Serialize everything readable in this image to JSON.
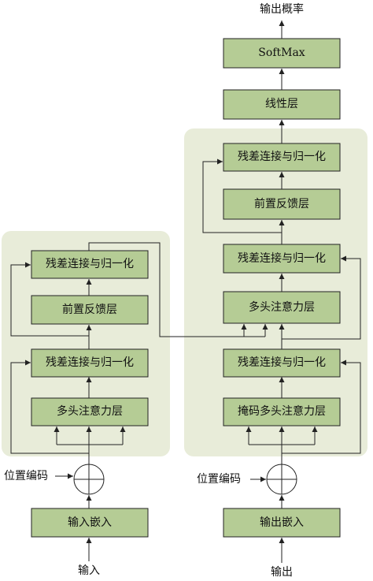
{
  "encoder": {
    "residual_norm_top": "残差连接与归一化",
    "feed_forward": "前置反馈层",
    "residual_norm_bottom": "残差连接与归一化",
    "multi_head_attention": "多头注意力层",
    "positional_encoding_label": "位置编码",
    "input_embedding": "输入嵌入",
    "input_label": "输入"
  },
  "decoder": {
    "output_probabilities": "输出概率",
    "softmax": "SoftMax",
    "linear": "线性层",
    "residual_norm_3": "残差连接与归一化",
    "feed_forward": "前置反馈层",
    "residual_norm_2": "残差连接与归一化",
    "multi_head_attention": "多头注意力层",
    "residual_norm_1": "残差连接与归一化",
    "masked_multi_head_attention": "掩码多头注意力层",
    "positional_encoding_label": "位置编码",
    "output_embedding": "输出嵌入",
    "output_label": "输出"
  },
  "colors": {
    "panel": "#e8ecd9",
    "box": "#b5cc95",
    "line": "#222222"
  }
}
